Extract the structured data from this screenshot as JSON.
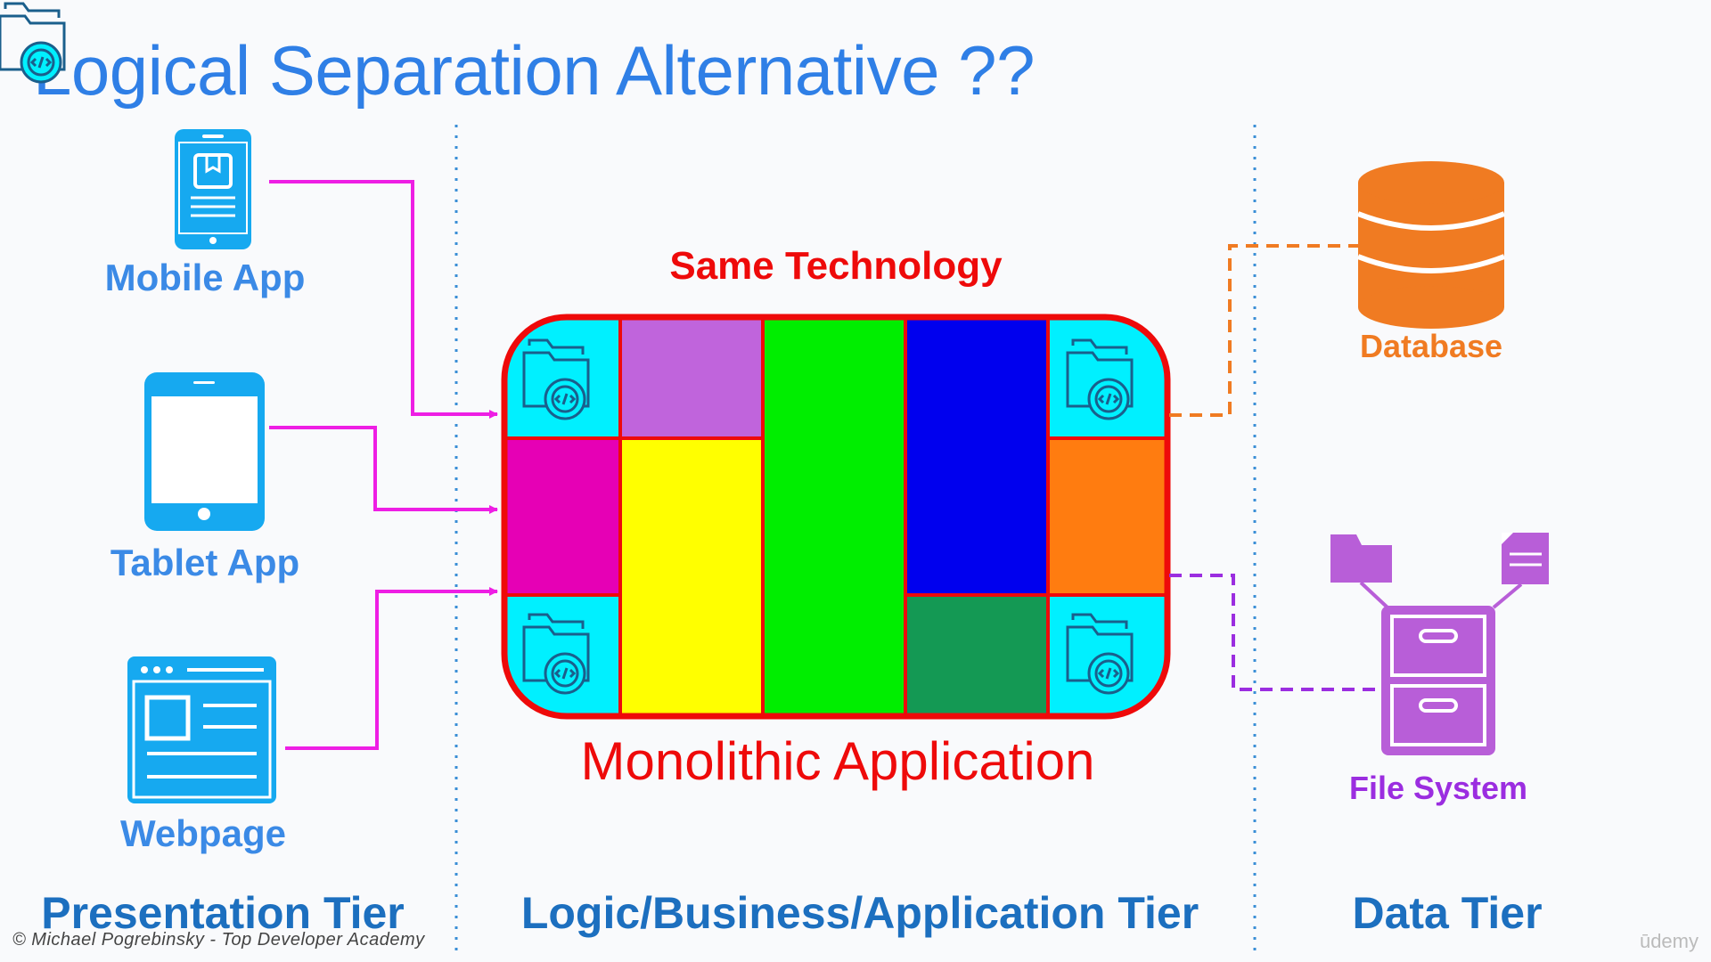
{
  "title": "Logical Separation Alternative ??",
  "clients": {
    "mobile": "Mobile App",
    "tablet": "Tablet App",
    "web": "Webpage"
  },
  "center": {
    "same_technology": "Same Technology",
    "monolithic": "Monolithic Application"
  },
  "data": {
    "database": "Database",
    "file_system": "File System"
  },
  "tiers": {
    "presentation": "Presentation Tier",
    "logic": "Logic/Business/Application Tier",
    "data": "Data Tier"
  },
  "footer": {
    "copyright": "© Michael Pogrebinsky - Top Developer Academy",
    "brand": "ūdemy"
  },
  "colors": {
    "title": "#2f7fe6",
    "client_icon": "#16a9f0",
    "arrow": "#ee1ee4",
    "monolith_border": "#ee0a0a",
    "database": "#f07b22",
    "file_system": "#b85ed8"
  }
}
